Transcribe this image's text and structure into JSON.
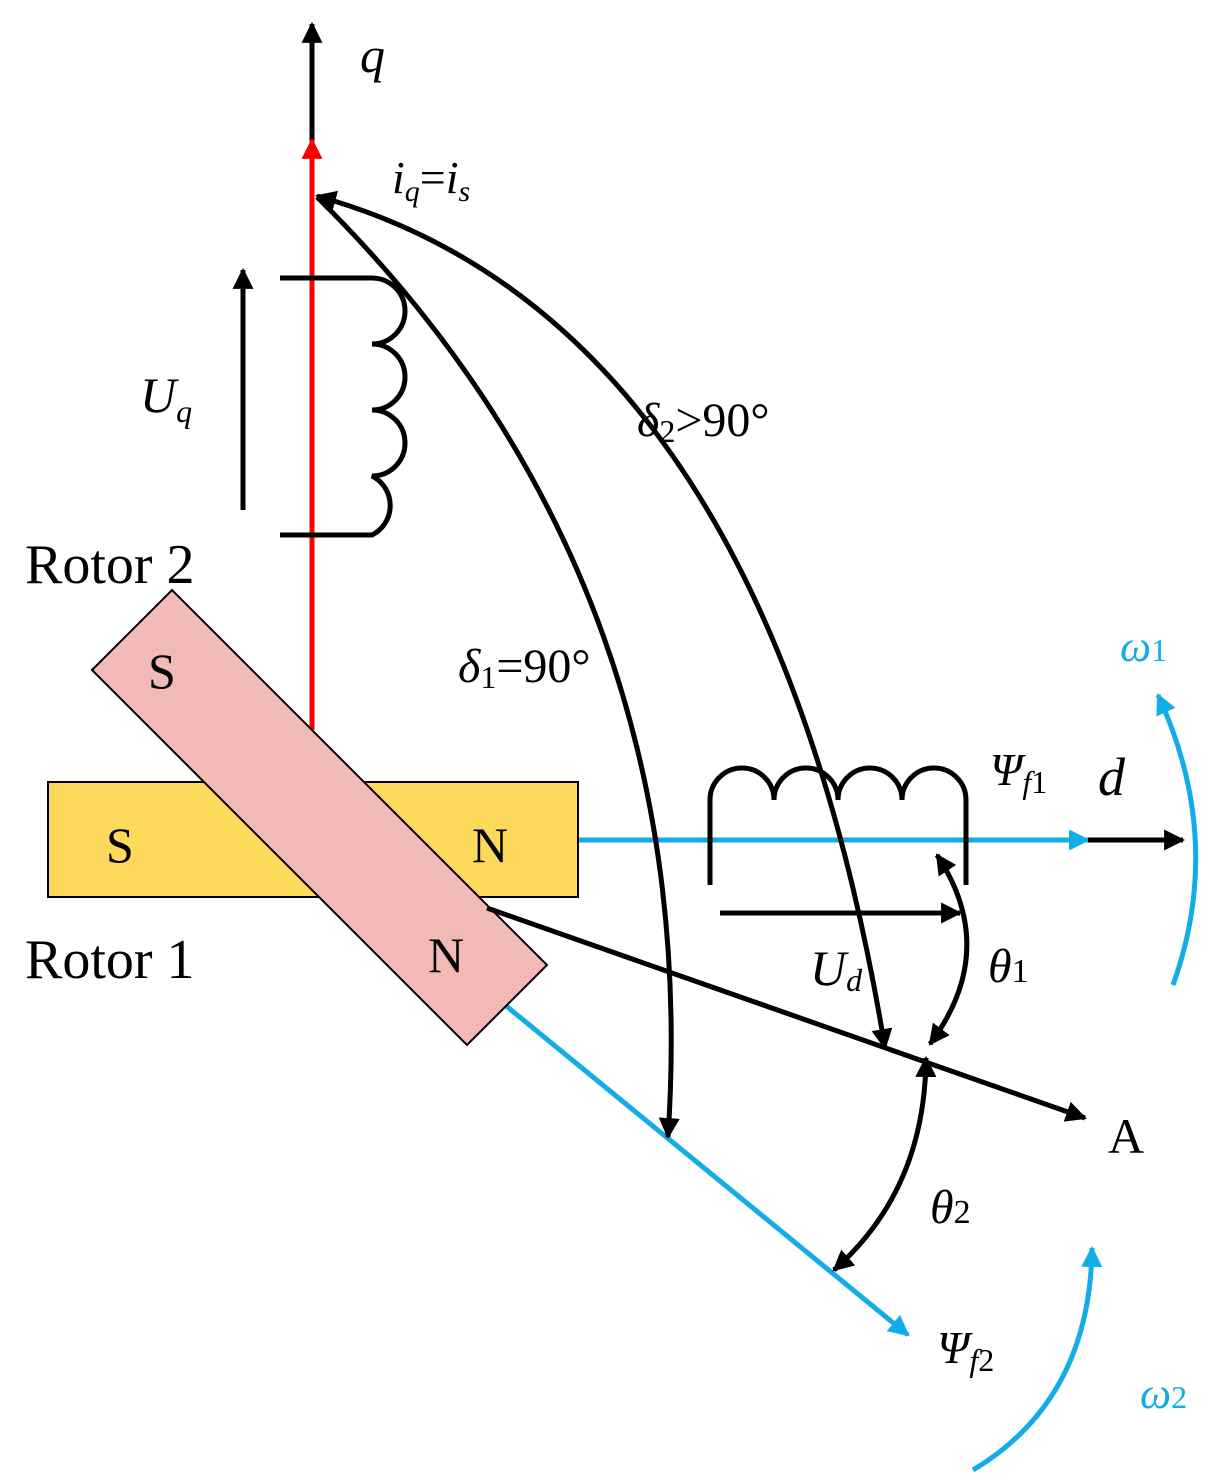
{
  "labels": {
    "q_axis": "q",
    "d_axis": "d",
    "current_main": "i",
    "current_main_sub": "q",
    "current_equals": "=",
    "current_rhs": "i",
    "current_rhs_sub": "s",
    "u_q": "U",
    "u_q_sub": "q",
    "u_d": "U",
    "u_d_sub": "d",
    "delta2_sym": "δ",
    "delta2_sub": "2",
    "delta2_val": ">90°",
    "delta1_sym": "δ",
    "delta1_sub": "1",
    "delta1_val": "=90°",
    "psi_f1": "Ψ",
    "psi_f1_sub_f": "f",
    "psi_f1_sub_n": "1",
    "psi_f2": "Ψ",
    "psi_f2_sub_f": "f",
    "psi_f2_sub_n": "2",
    "omega1": "ω",
    "omega1_sub": "1",
    "omega2": "ω",
    "omega2_sub": "2",
    "theta1": "θ",
    "theta1_sub": "1",
    "theta2": "θ",
    "theta2_sub": "2",
    "point_a": "A",
    "rotor1_label": "Rotor 1",
    "rotor2_label": "Rotor 2",
    "rotor1_s": "S",
    "rotor1_n": "N",
    "rotor2_s": "S",
    "rotor2_n": "N"
  },
  "colors": {
    "rotor1_fill": "#fcd95a",
    "rotor2_fill": "#f2bab6",
    "current_axis": "#ff0000",
    "flux_axis": "#12ace6",
    "stroke": "#000000"
  }
}
